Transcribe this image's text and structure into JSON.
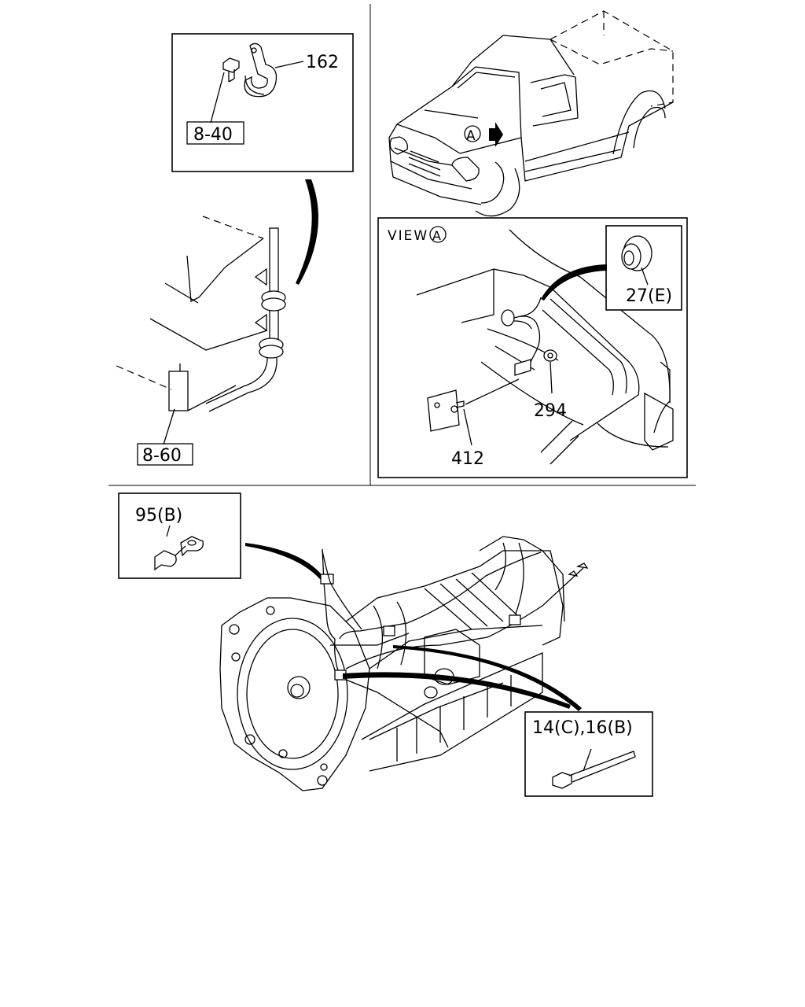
{
  "view_title": "VIEW",
  "view_marker": "A",
  "truck_marker": "A",
  "callouts": {
    "p162": "162",
    "p840": "8-40",
    "p860": "8-60",
    "p27e": "27(E)",
    "p294": "294",
    "p412": "412",
    "p95b": "95(B)",
    "p14c16b": "14(C),16(B)"
  }
}
